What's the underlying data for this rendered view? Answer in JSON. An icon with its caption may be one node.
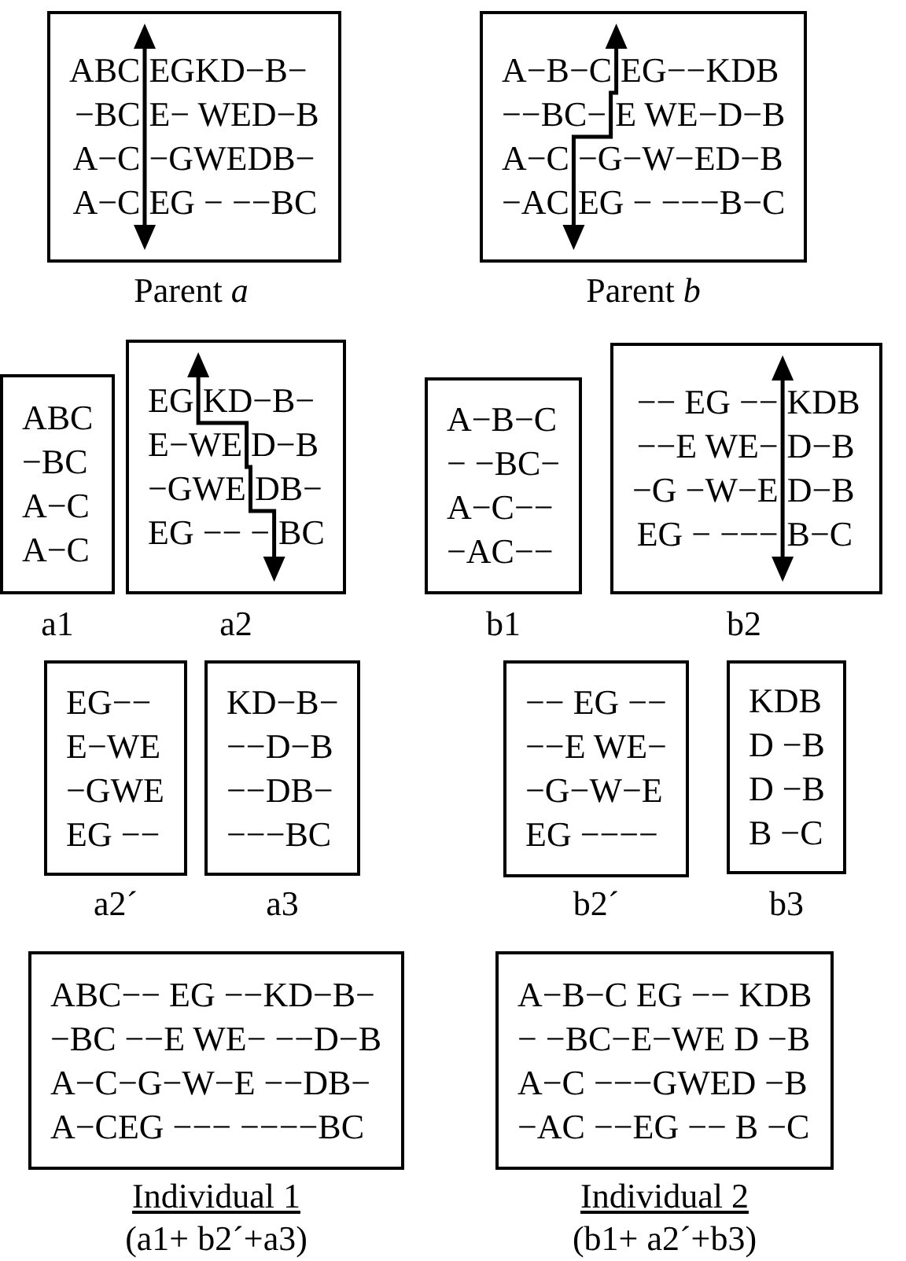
{
  "diagram": {
    "nodes": [
      {
        "text": [
          "ABC EGKD−B−",
          "−BC E− WED−B",
          "A−C −GWEDB−",
          "A−C EG − −−BC"
        ],
        "beside": [
          "Parent *a*"
        ]
      },
      {
        "text": [
          "A−B−C EG−−KDB",
          "−−BC− E WE−D−B",
          "A−C −G−W−ED−B",
          "−AC EG − −−−B−C"
        ],
        "beside": [
          "Parent *b*"
        ]
      },
      {
        "text": [
          "ABC",
          "−BC",
          "A−C",
          "A−C"
        ],
        "beside": [
          "a1"
        ]
      },
      {
        "text": [
          "EG KD−B−",
          "E−WE D−B",
          "−GWE DB−",
          "EG −− − BC"
        ],
        "beside": [
          "a2"
        ]
      },
      {
        "text": [
          "A−B−C",
          "− −BC−",
          "A−C−−",
          "−AC−−"
        ],
        "beside": [
          "b1"
        ]
      },
      {
        "text": [
          "−− EG −− KDB",
          "−−E WE− D−B",
          "−G −W−E D−B",
          "EG − −−− B−C"
        ],
        "beside": [
          "b2"
        ]
      },
      {
        "text": [
          "EG−−",
          "E−WE",
          "−GWE",
          "EG −−"
        ],
        "beside": [
          "a2´"
        ]
      },
      {
        "text": [
          "KD−B−",
          "−−D−B",
          "−−DB−",
          "−−−BC"
        ],
        "beside": [
          "a3"
        ]
      },
      {
        "text": [
          "−− EG −−",
          "−−E WE−",
          "−G−W−E",
          "EG −−−−"
        ],
        "beside": [
          "b2´"
        ]
      },
      {
        "text": [
          "KDB",
          "D −B",
          "D −B",
          "B −C"
        ],
        "beside": [
          "b3"
        ]
      },
      {
        "text": [
          "ABC−− EG −−KD−B−",
          "−BC −−E WE− −−D−B",
          "A−C−G−W−E −−DB−",
          "A−CEG −−− −−−−BC"
        ],
        "beside": [
          "Individual 1",
          "(a1+ b2´+a3)"
        ]
      },
      {
        "text": [
          "A−B−C EG −− KDB",
          "− −BC−E−WE D −B",
          "A−C −−−GWED −B",
          "−AC −−EG −− B −C"
        ],
        "beside": [
          "Individual 2",
          "(b1+ a2´+b3)"
        ]
      }
    ]
  }
}
